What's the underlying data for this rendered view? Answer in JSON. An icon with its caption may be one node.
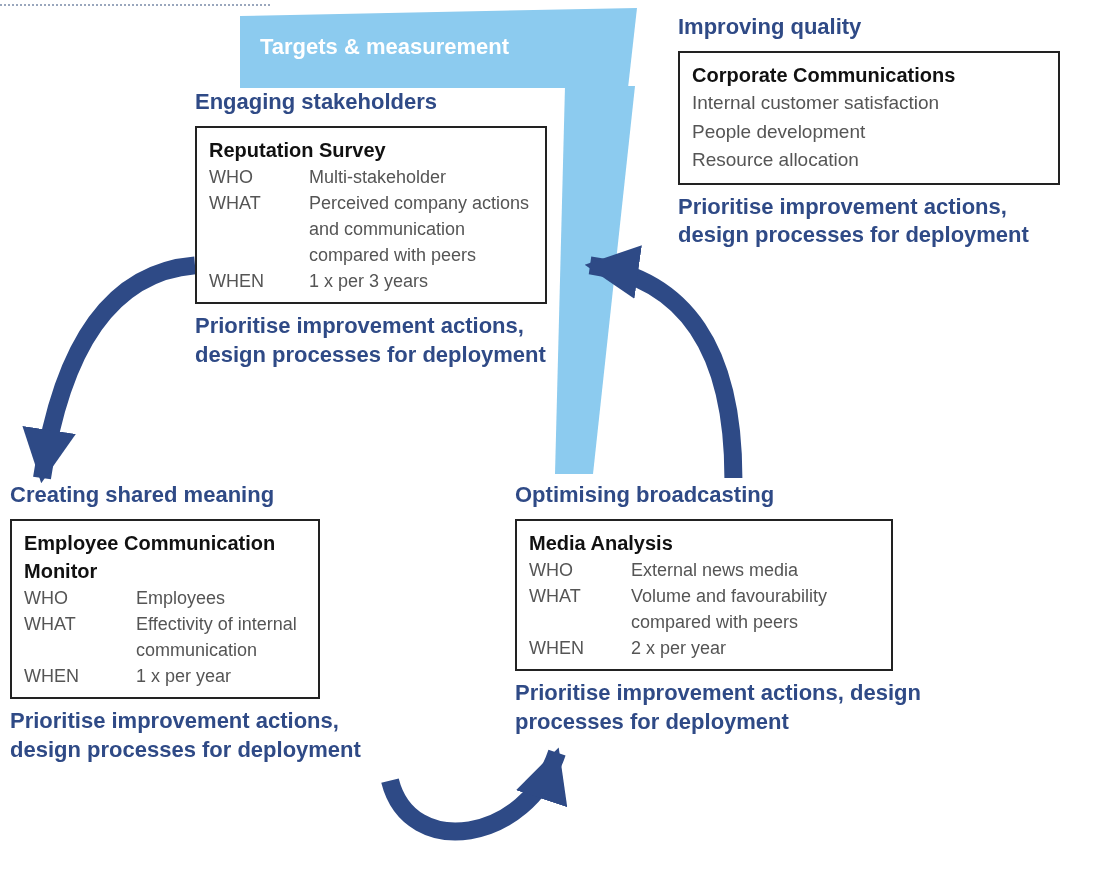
{
  "diagram": {
    "nodes": [
      {
        "text": [
          "Targets & measurement"
        ]
      },
      {
        "text": [
          "Engaging stakeholders",
          "Reputation Survey",
          "WHO",
          "Multi-stakeholder",
          "WHAT",
          "Perceived company actions and communication compared with peers",
          "WHEN",
          "1 x per 3 years"
        ],
        "beside": [
          "Prioritise improvement actions, design processes for deployment"
        ]
      },
      {
        "text": [
          "Improving quality",
          "Corporate Communications",
          "Internal customer satisfaction",
          "People development",
          "Resource allocation"
        ],
        "beside": [
          "Prioritise improvement actions, design processes for deployment"
        ]
      },
      {
        "text": [
          "Creating shared meaning",
          "Employee Communication Monitor",
          "WHO",
          "Employees",
          "WHAT",
          "Effectivity of internal communication",
          "WHEN",
          "1 x per year"
        ],
        "beside": [
          "Prioritise improvement actions, design processes for deployment"
        ]
      },
      {
        "text": [
          "Optimising broadcasting",
          "Media Analysis",
          "WHO",
          "External news media",
          "WHAT",
          "Volume and favourability compared with peers",
          "WHEN",
          "2 x per year"
        ],
        "beside": [
          "Prioritise improvement actions, design processes for deployment"
        ]
      }
    ],
    "edges": [
      {
        "from": 1,
        "to": 3,
        "arrow": "to",
        "color": "#2e4a86"
      },
      {
        "from": 3,
        "to": 4,
        "arrow": "to",
        "color": "#2e4a86"
      },
      {
        "from": 4,
        "to": 1,
        "arrow": "to",
        "color": "#2e4a86"
      }
    ]
  }
}
